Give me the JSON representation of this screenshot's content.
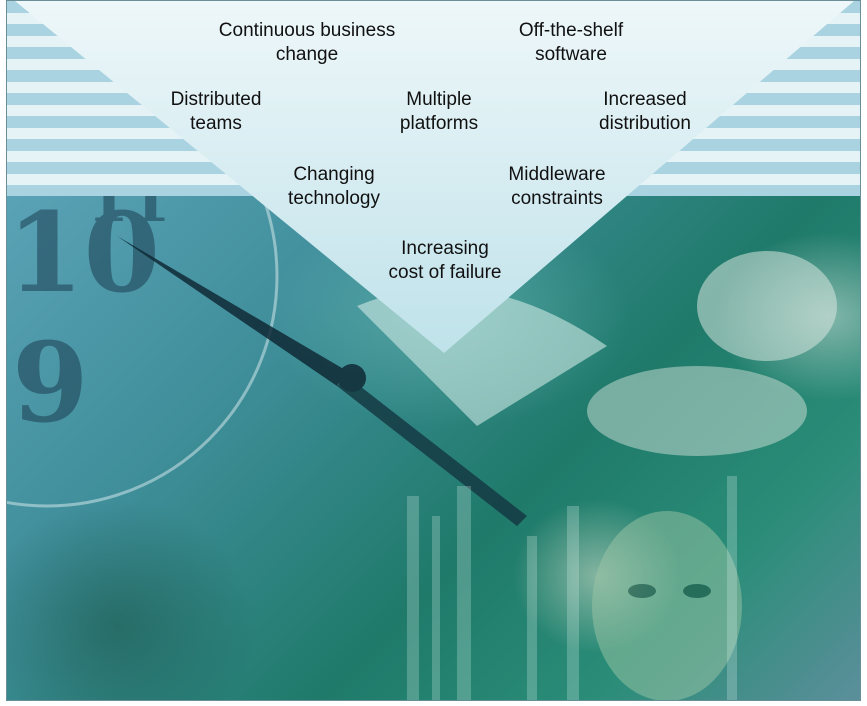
{
  "diagram": {
    "labels": {
      "continuous_business_change": "Continuous business\nchange",
      "off_the_shelf_software": "Off-the-shelf\nsoftware",
      "distributed_teams": "Distributed\nteams",
      "multiple_platforms": "Multiple\nplatforms",
      "increased_distribution": "Increased\ndistribution",
      "changing_technology": "Changing\ntechnology",
      "middleware_constraints": "Middleware\nconstraints",
      "increasing_cost_of_failure": "Increasing\ncost of failure"
    }
  },
  "colors": {
    "stripe_dark": "#a9d3e0",
    "stripe_light": "#e6f3f6",
    "wedge_top": "#eef7f9",
    "wedge_bottom": "#bfe2ea",
    "photo_teal": "#3f8e9a",
    "photo_green": "#1f7a6a"
  },
  "icons": [
    "clock-face",
    "hand",
    "face"
  ]
}
